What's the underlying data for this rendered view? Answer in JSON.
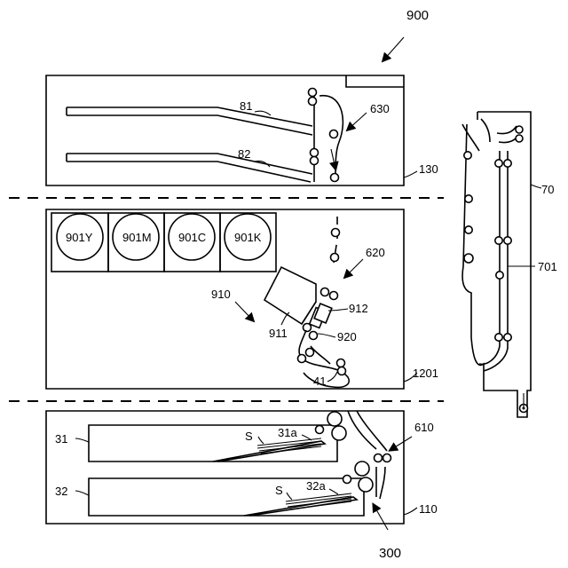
{
  "figure": {
    "labels": {
      "l900": "900",
      "l81": "81",
      "l82": "82",
      "l630": "630",
      "l130": "130",
      "l70": "70",
      "l701": "701",
      "l901Y": "901Y",
      "l901M": "901M",
      "l901C": "901C",
      "l901K": "901K",
      "l620": "620",
      "l910": "910",
      "l912": "912",
      "l911": "911",
      "l920": "920",
      "l41": "41",
      "l1201": "1201",
      "l31": "31",
      "l31a": "31a",
      "lS1": "S",
      "l610": "610",
      "l32": "32",
      "l32a": "32a",
      "lS2": "S",
      "l110": "110",
      "l300": "300"
    }
  }
}
